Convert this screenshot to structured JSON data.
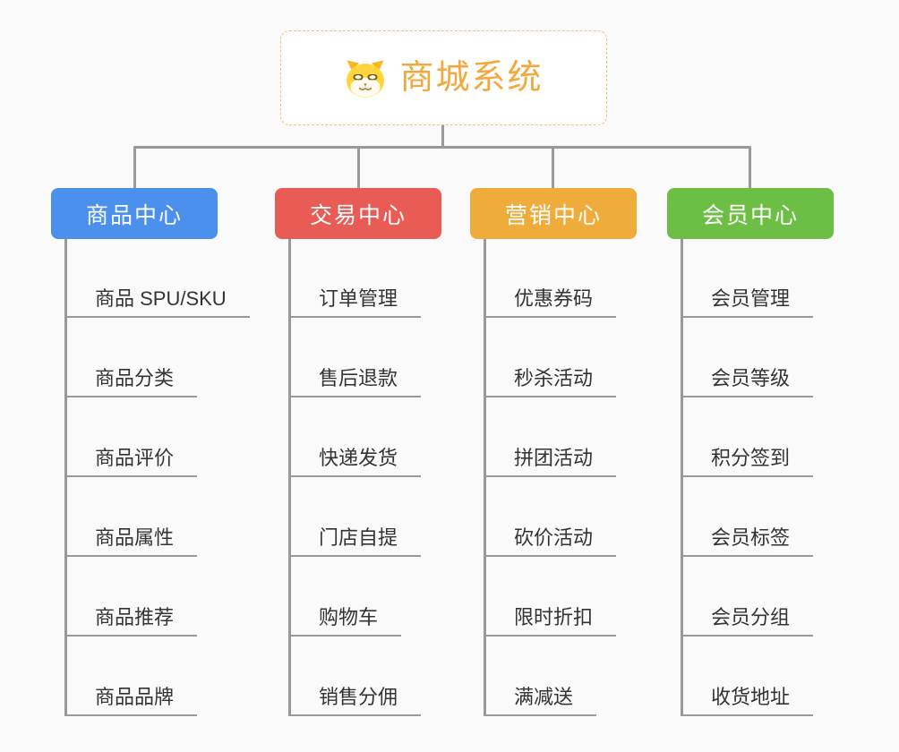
{
  "root": {
    "title": "商城系统",
    "icon": "shiba-dog-face-icon"
  },
  "colors": {
    "canvas_background": "#FAFAFA",
    "root_background": "#FFFFFF",
    "root_border": "#F2C477",
    "root_text": "#F2A93C",
    "connector": "#999999",
    "branch_label_text": "#FFFFFF",
    "item_text": "#333333"
  },
  "branches": [
    {
      "label": "商品中心",
      "color": "#4A90EC",
      "items": [
        "商品 SPU/SKU",
        "商品分类",
        "商品评价",
        "商品属性",
        "商品推荐",
        "商品品牌"
      ]
    },
    {
      "label": "交易中心",
      "color": "#E95B55",
      "items": [
        "订单管理",
        "售后退款",
        "快递发货",
        "门店自提",
        "购物车",
        "销售分佣"
      ]
    },
    {
      "label": "营销中心",
      "color": "#EFAC3B",
      "items": [
        "优惠券码",
        "秒杀活动",
        "拼团活动",
        "砍价活动",
        "限时折扣",
        "满减送"
      ]
    },
    {
      "label": "会员中心",
      "color": "#6DBE45",
      "items": [
        "会员管理",
        "会员等级",
        "积分签到",
        "会员标签",
        "会员分组",
        "收货地址"
      ]
    }
  ]
}
